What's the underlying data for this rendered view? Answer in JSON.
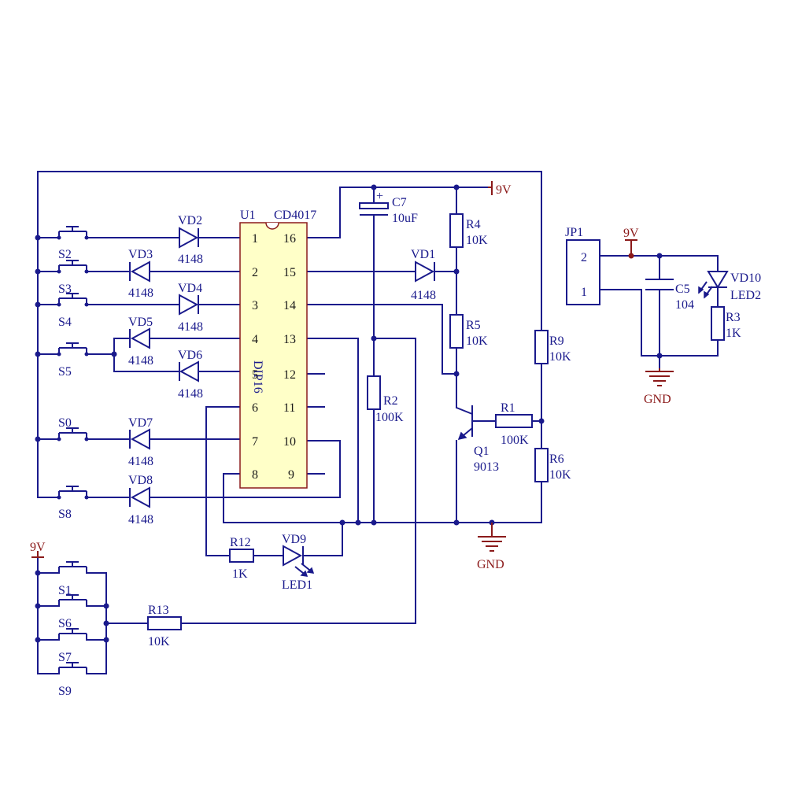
{
  "ic": {
    "ref": "U1",
    "part": "CD4017",
    "package": "DIP16",
    "pins_left": [
      "1",
      "2",
      "3",
      "4",
      "5",
      "6",
      "7",
      "8"
    ],
    "pins_right": [
      "16",
      "15",
      "14",
      "13",
      "12",
      "11",
      "10",
      "9"
    ]
  },
  "switches": {
    "S2": "S2",
    "S3": "S3",
    "S4": "S4",
    "S5": "S5",
    "S0": "S0",
    "S8": "S8",
    "S1": "S1",
    "S6": "S6",
    "S7": "S7",
    "S9": "S9"
  },
  "diodes": {
    "VD1": "VD1",
    "VD2": "VD2",
    "VD3": "VD3",
    "VD4": "VD4",
    "VD5": "VD5",
    "VD6": "VD6",
    "VD7": "VD7",
    "VD8": "VD8",
    "value": "4148"
  },
  "leds": {
    "VD9": "VD9",
    "LED1": "LED1",
    "VD10": "VD10",
    "LED2": "LED2"
  },
  "resistors": {
    "R1": "R1",
    "R1_val": "100K",
    "R2": "R2",
    "R2_val": "100K",
    "R3": "R3",
    "R3_val": "1K",
    "R4": "R4",
    "R4_val": "10K",
    "R5": "R5",
    "R5_val": "10K",
    "R6": "R6",
    "R6_val": "10K",
    "R9": "R9",
    "R9_val": "10K",
    "R12": "R12",
    "R12_val": "1K",
    "R13": "R13",
    "R13_val": "10K"
  },
  "capacitors": {
    "C7": "C7",
    "C7_val": "10uF",
    "C7_plus": "+",
    "C5": "C5",
    "C5_val": "104"
  },
  "transistor": {
    "ref": "Q1",
    "part": "9013"
  },
  "connector": {
    "ref": "JP1",
    "pin2": "2",
    "pin1": "1"
  },
  "power": {
    "vcc": "9V",
    "gnd": "GND"
  }
}
